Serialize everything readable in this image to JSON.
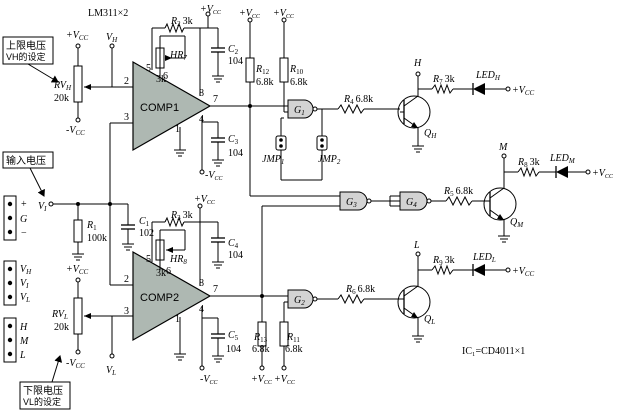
{
  "chip_label": "LM311×2",
  "ic_label": "IC₁=CD4011×1",
  "rails": {
    "vcc": "+V",
    "vcc_sub": "CC",
    "neg_vcc": "-V"
  },
  "notes": {
    "upper_1": "上限电压",
    "upper_2": "VH的设定",
    "input": "输入电压",
    "lower_1": "下限电压",
    "lower_2": "VL的设定"
  },
  "nets": {
    "vh": "V",
    "vh_sub": "H",
    "vi": "V",
    "vi_sub": "I",
    "vl": "V",
    "vl_sub": "L"
  },
  "connectors": {
    "input": [
      "+",
      "G",
      "−"
    ],
    "voltages": [
      {
        "main": "V",
        "sub": "H"
      },
      {
        "main": "V",
        "sub": "I"
      },
      {
        "main": "V",
        "sub": "L"
      }
    ],
    "outputs": [
      "H",
      "M",
      "L"
    ]
  },
  "comparators": {
    "upper": "COMP1",
    "lower": "COMP2"
  },
  "pins": {
    "p1": "1",
    "p2": "2",
    "p3": "3",
    "p4": "4",
    "p5": "5",
    "p6": "6",
    "p7": "7",
    "p8": "8"
  },
  "resistors": {
    "R1": {
      "name": "R",
      "sub": "1",
      "value": "100k"
    },
    "R2": {
      "name": "R",
      "sub": "2",
      "value": "3k"
    },
    "R3": {
      "name": "R",
      "sub": "3",
      "value": "3k"
    },
    "R4": {
      "name": "R",
      "sub": "4",
      "value": "6.8k"
    },
    "R5": {
      "name": "R",
      "sub": "5",
      "value": "6.8k"
    },
    "R6": {
      "name": "R",
      "sub": "6",
      "value": "6.8k"
    },
    "R7": {
      "name": "R",
      "sub": "7",
      "value": "3k"
    },
    "R8": {
      "name": "R",
      "sub": "8",
      "value": "3k"
    },
    "R9": {
      "name": "R",
      "sub": "9",
      "value": "3k"
    },
    "R10": {
      "name": "R",
      "sub": "10",
      "value": "6.8k"
    },
    "R11": {
      "name": "R",
      "sub": "11",
      "value": "6.8k"
    },
    "R12": {
      "name": "R",
      "sub": "12",
      "value": "6.8k"
    },
    "R13": {
      "name": "R",
      "sub": "13",
      "value": "6.8k"
    }
  },
  "pots": {
    "RVH": {
      "name": "RV",
      "sub": "H",
      "value": "20k"
    },
    "RVL": {
      "name": "RV",
      "sub": "L",
      "value": "20k"
    },
    "HR7": {
      "name": "HR",
      "sub": "7",
      "value": "3k"
    },
    "HR8": {
      "name": "HR",
      "sub": "8",
      "value": "3k"
    }
  },
  "capacitors": {
    "C1": {
      "name": "C",
      "sub": "1",
      "value": "102"
    },
    "C2": {
      "name": "C",
      "sub": "2",
      "value": "104"
    },
    "C3": {
      "name": "C",
      "sub": "3",
      "value": "104"
    },
    "C4": {
      "name": "C",
      "sub": "4",
      "value": "104"
    },
    "C5": {
      "name": "C",
      "sub": "5",
      "value": "104"
    }
  },
  "gates": {
    "G1": "1",
    "G2": "2",
    "G3": "3",
    "G4": "4",
    "G": "G"
  },
  "jumpers": {
    "name": "JMP",
    "j1": "1",
    "j2": "2"
  },
  "transistors": {
    "QH": "H",
    "QM": "M",
    "QL": "L",
    "Q": "Q"
  },
  "leds": {
    "name": "LED",
    "H": "H",
    "M": "M",
    "L": "L"
  },
  "outputs": {
    "H": "H",
    "M": "M",
    "L": "L"
  }
}
